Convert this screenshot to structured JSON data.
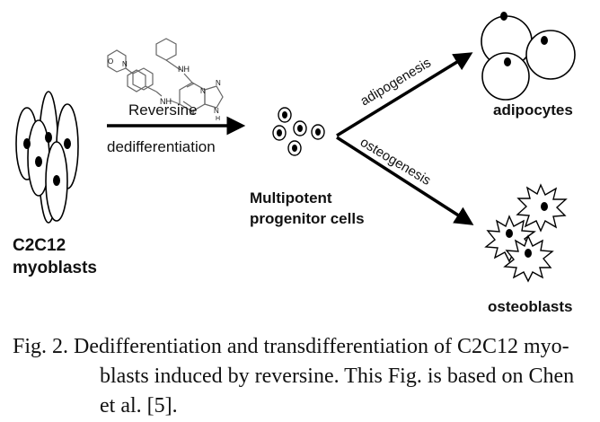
{
  "labels": {
    "source_cell": "C2C12",
    "source_cell_line2": "myoblasts",
    "compound": "Reversine",
    "process_1": "dedifferentiation",
    "intermediate_line1": "Multipotent",
    "intermediate_line2": "progenitor cells",
    "process_2": "adipogenesis",
    "process_3": "osteogenesis",
    "target_1": "adipocytes",
    "target_2": "osteoblasts",
    "molecule_nh": "NH",
    "molecule_n": "N",
    "molecule_h": "H",
    "molecule_o": "O"
  },
  "caption": {
    "line1": "Fig. 2. Dedifferentiation and transdifferentiation of C2C12 myo-",
    "line2": "blasts induced by reversine. This Fig. is based on Chen",
    "line3": "et al. [5]."
  }
}
